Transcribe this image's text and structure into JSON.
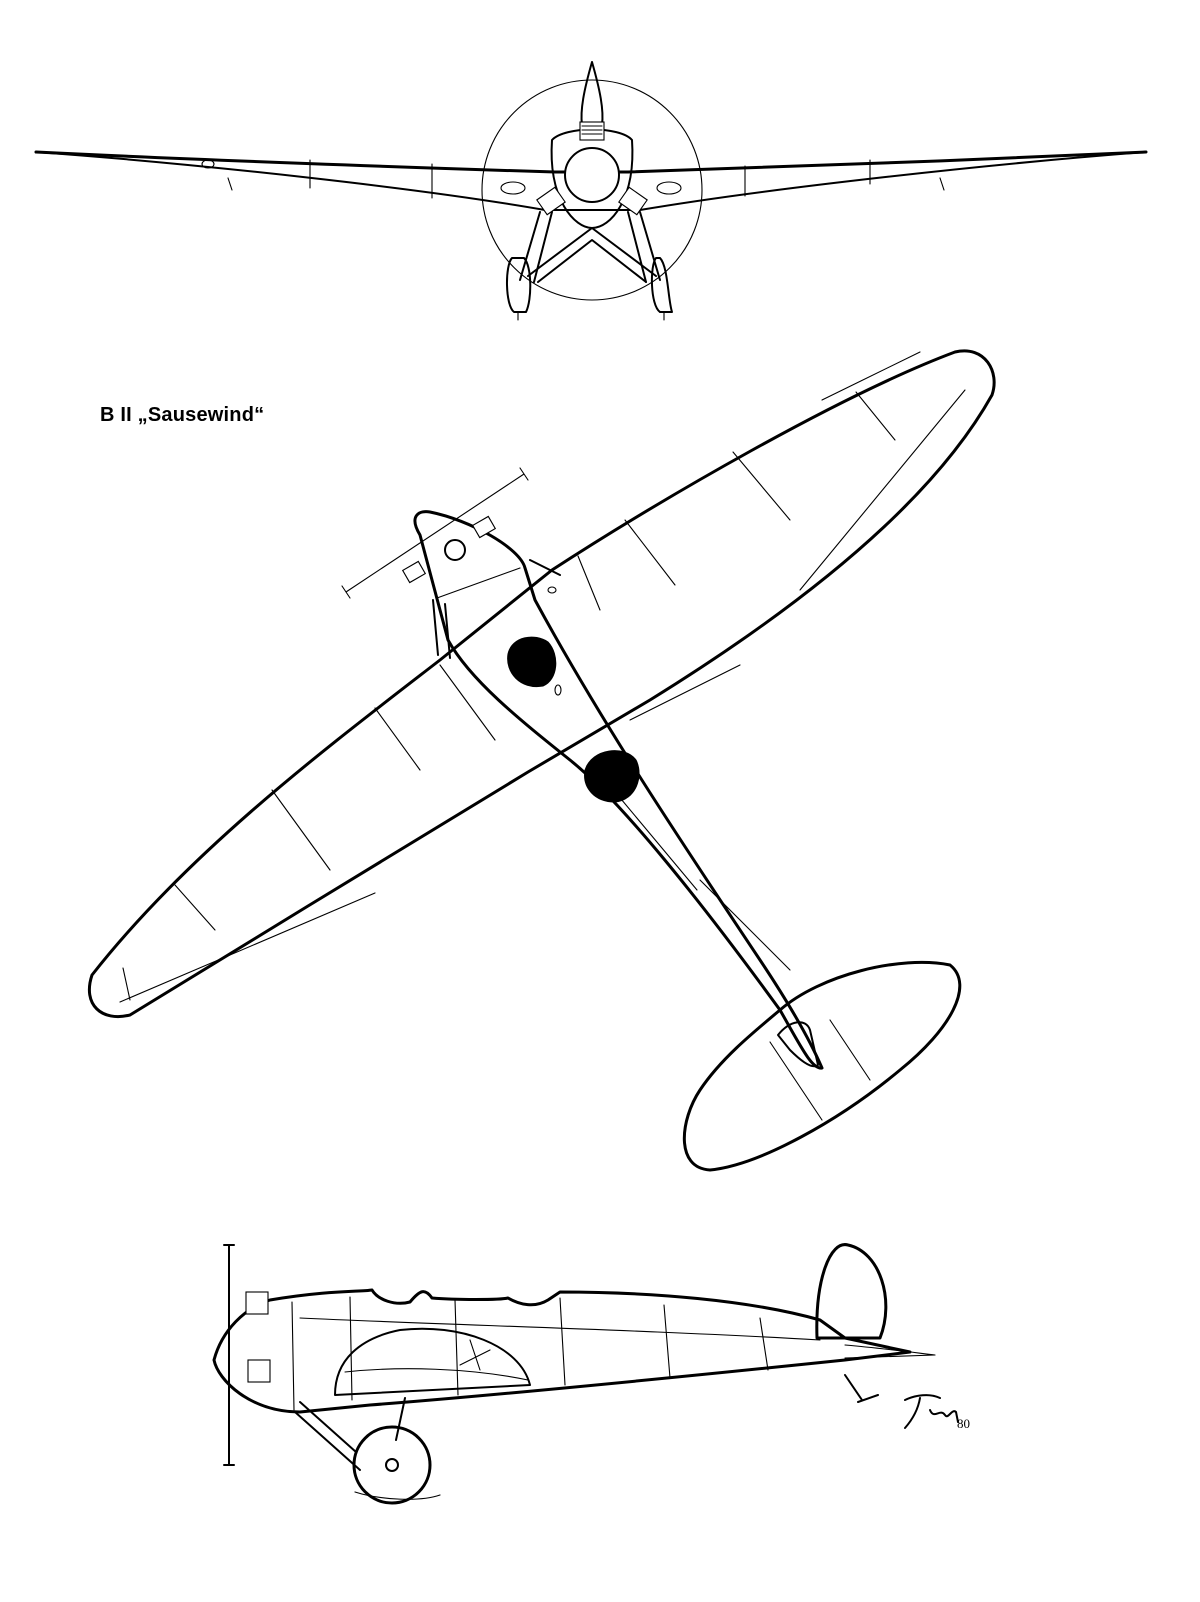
{
  "drawing": {
    "title": "B II „Sausewind“",
    "views": [
      "front-view",
      "top-view",
      "side-view"
    ],
    "signature_year": "80",
    "ink_color": "#000000",
    "paper_color": "#ffffff"
  }
}
